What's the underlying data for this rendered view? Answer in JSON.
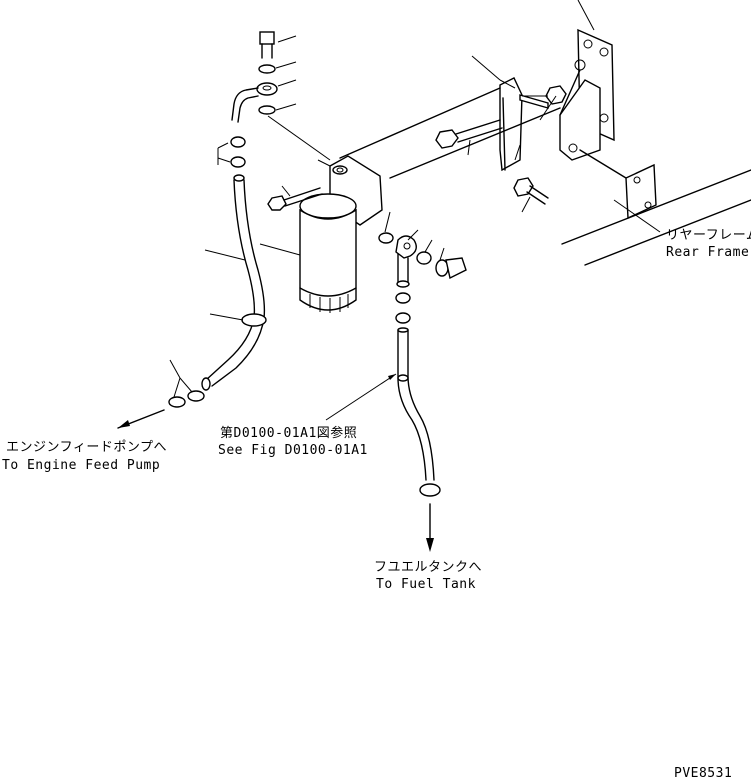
{
  "labels": {
    "rear_frame_jp": "リヤーフレーム",
    "rear_frame_en": "Rear Frame",
    "engine_pump_jp": "エンジンフィードポンプへ",
    "engine_pump_en": "To Engine Feed Pump",
    "see_fig_jp": "第D0100-01A1図参照",
    "see_fig_en": "See Fig D0100-01A1",
    "fuel_tank_jp": "フユエルタンクへ",
    "fuel_tank_en": "To Fuel Tank",
    "drawing_code": "PVE8531"
  }
}
